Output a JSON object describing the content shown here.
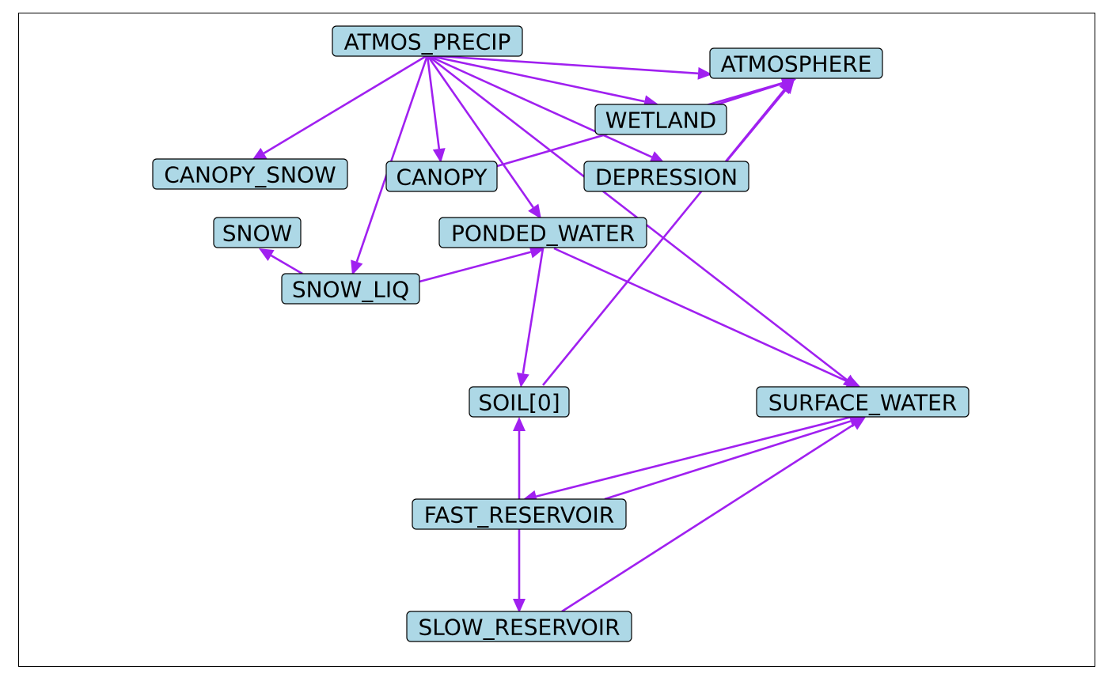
{
  "colors": {
    "node_fill": "#add8e6",
    "node_border": "#000000",
    "edge": "#a020f0"
  },
  "nodes": [
    {
      "id": "atmos_precip",
      "label": "ATMOS_PRECIP"
    },
    {
      "id": "atmosphere",
      "label": "ATMOSPHERE"
    },
    {
      "id": "wetland",
      "label": "WETLAND"
    },
    {
      "id": "canopy_snow",
      "label": "CANOPY_SNOW"
    },
    {
      "id": "canopy",
      "label": "CANOPY"
    },
    {
      "id": "depression",
      "label": "DEPRESSION"
    },
    {
      "id": "snow",
      "label": "SNOW"
    },
    {
      "id": "ponded_water",
      "label": "PONDED_WATER"
    },
    {
      "id": "snow_liq",
      "label": "SNOW_LIQ"
    },
    {
      "id": "soil0",
      "label": "SOIL[0]"
    },
    {
      "id": "surface_water",
      "label": "SURFACE_WATER"
    },
    {
      "id": "fast_reservoir",
      "label": "FAST_RESERVOIR"
    },
    {
      "id": "slow_reservoir",
      "label": "SLOW_RESERVOIR"
    }
  ],
  "edges": [
    {
      "from": "atmos_precip",
      "to": "atmosphere"
    },
    {
      "from": "atmos_precip",
      "to": "wetland"
    },
    {
      "from": "atmos_precip",
      "to": "canopy_snow"
    },
    {
      "from": "atmos_precip",
      "to": "canopy"
    },
    {
      "from": "atmos_precip",
      "to": "depression"
    },
    {
      "from": "atmos_precip",
      "to": "ponded_water"
    },
    {
      "from": "atmos_precip",
      "to": "snow_liq"
    },
    {
      "from": "atmos_precip",
      "to": "surface_water"
    },
    {
      "from": "wetland",
      "to": "atmosphere"
    },
    {
      "from": "canopy",
      "to": "atmosphere"
    },
    {
      "from": "depression",
      "to": "atmosphere"
    },
    {
      "from": "soil0",
      "to": "atmosphere"
    },
    {
      "from": "snow_liq",
      "to": "snow"
    },
    {
      "from": "snow_liq",
      "to": "ponded_water"
    },
    {
      "from": "ponded_water",
      "to": "soil0"
    },
    {
      "from": "ponded_water",
      "to": "surface_water"
    },
    {
      "from": "fast_reservoir",
      "to": "soil0"
    },
    {
      "from": "fast_reservoir",
      "to": "surface_water"
    },
    {
      "from": "surface_water",
      "to": "fast_reservoir"
    },
    {
      "from": "fast_reservoir",
      "to": "slow_reservoir"
    },
    {
      "from": "slow_reservoir",
      "to": "surface_water"
    }
  ]
}
